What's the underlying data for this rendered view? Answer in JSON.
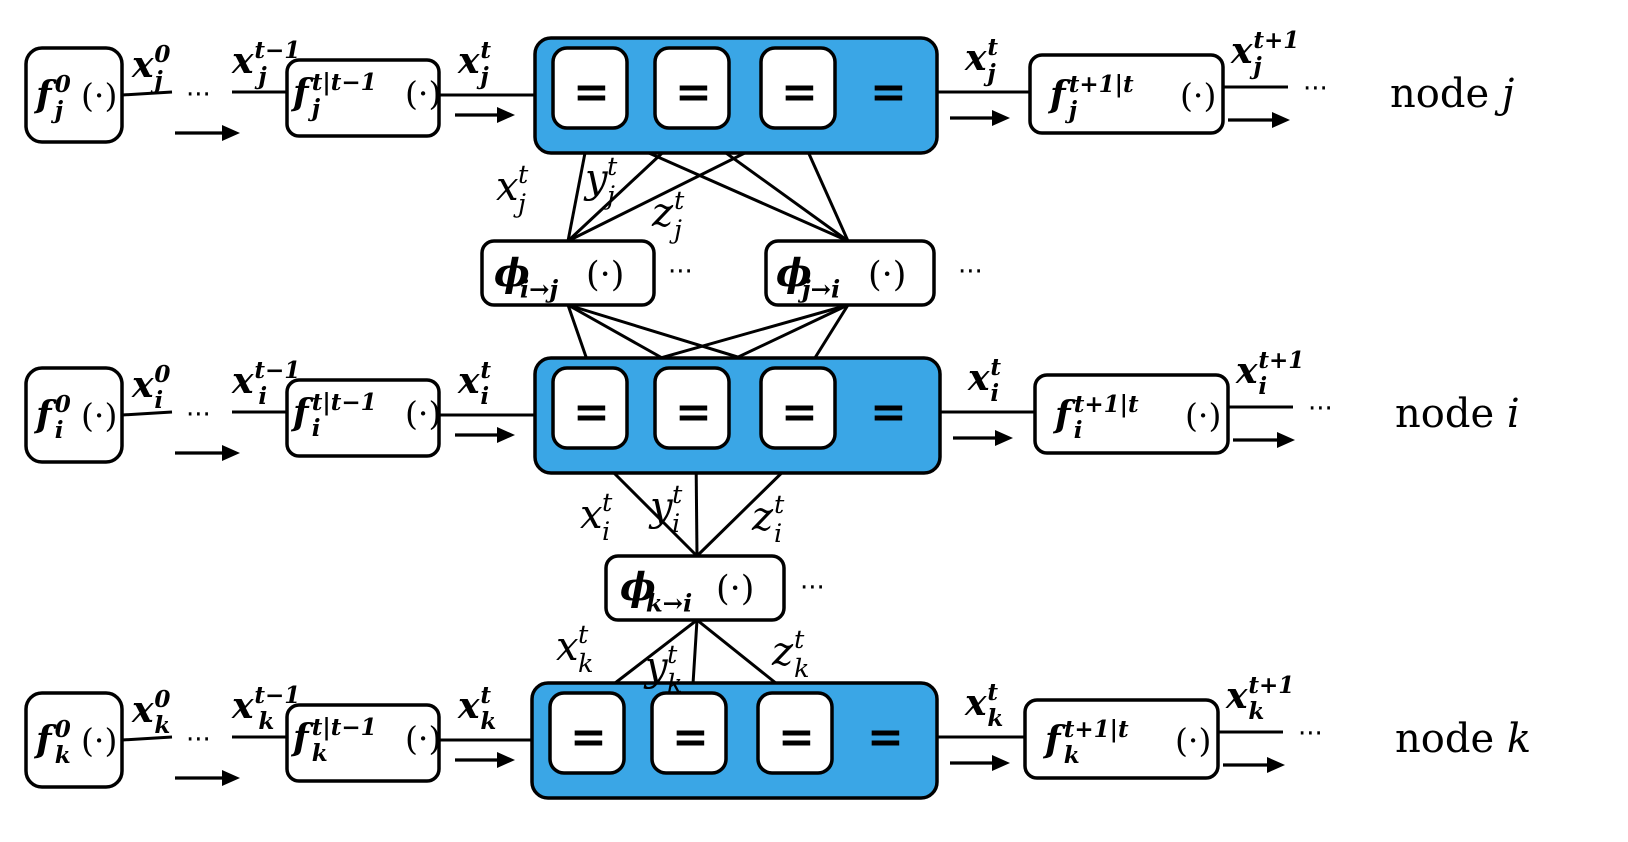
{
  "nodes": [
    {
      "id": "j",
      "label_text": "node ",
      "label_var": "j",
      "init_fn": {
        "base": "f",
        "sup": "0",
        "sub": "j",
        "arg": "(·)"
      },
      "x0": {
        "base": "x",
        "sup": "0",
        "sub": "j"
      },
      "xprev": {
        "base": "x",
        "sup": "t−1",
        "sub": "j"
      },
      "pred_fn": {
        "base": "f",
        "sup": "t|t−1",
        "sub": "j",
        "arg": "(·)"
      },
      "xt_in": {
        "base": "x",
        "sup": "t",
        "sub": "j"
      },
      "xt_out": {
        "base": "x",
        "sup": "t",
        "sub": "j"
      },
      "next_fn": {
        "base": "f",
        "sup": "t+1|t",
        "sub": "j",
        "arg": "(·)"
      },
      "xnext": {
        "base": "x",
        "sup": "t+1",
        "sub": "j"
      }
    },
    {
      "id": "i",
      "label_text": "node ",
      "label_var": "i",
      "init_fn": {
        "base": "f",
        "sup": "0",
        "sub": "i",
        "arg": "(·)"
      },
      "x0": {
        "base": "x",
        "sup": "0",
        "sub": "i"
      },
      "xprev": {
        "base": "x",
        "sup": "t−1",
        "sub": "i"
      },
      "pred_fn": {
        "base": "f",
        "sup": "t|t−1",
        "sub": "i",
        "arg": "(·)"
      },
      "xt_in": {
        "base": "x",
        "sup": "t",
        "sub": "i"
      },
      "xt_out": {
        "base": "x",
        "sup": "t",
        "sub": "i"
      },
      "next_fn": {
        "base": "f",
        "sup": "t+1|t",
        "sub": "i",
        "arg": "(·)"
      },
      "xnext": {
        "base": "x",
        "sup": "t+1",
        "sub": "i"
      }
    },
    {
      "id": "k",
      "label_text": "node ",
      "label_var": "k",
      "init_fn": {
        "base": "f",
        "sup": "0",
        "sub": "k",
        "arg": "(·)"
      },
      "x0": {
        "base": "x",
        "sup": "0",
        "sub": "k"
      },
      "xprev": {
        "base": "x",
        "sup": "t−1",
        "sub": "k"
      },
      "pred_fn": {
        "base": "f",
        "sup": "t|t−1",
        "sub": "k",
        "arg": "(·)"
      },
      "xt_in": {
        "base": "x",
        "sup": "t",
        "sub": "k"
      },
      "xt_out": {
        "base": "x",
        "sup": "t",
        "sub": "k"
      },
      "next_fn": {
        "base": "f",
        "sup": "t+1|t",
        "sub": "k",
        "arg": "(·)"
      },
      "xnext": {
        "base": "x",
        "sup": "t+1",
        "sub": "k"
      }
    }
  ],
  "eq_symbol": "=",
  "ellipsis": "···",
  "factors": {
    "phi_i_to_j": {
      "base": "ϕ",
      "sub": "i→j",
      "arg": "(·)"
    },
    "phi_j_to_i": {
      "base": "ϕ",
      "sub": "j→i",
      "arg": "(·)"
    },
    "phi_k_to_i": {
      "base": "ϕ",
      "sub": "k→i",
      "arg": "(·)"
    }
  },
  "edge_labels": {
    "xj": {
      "base": "x",
      "sup": "t",
      "sub": "j"
    },
    "yj": {
      "base": "y",
      "sup": "t",
      "sub": "j"
    },
    "zj": {
      "base": "z",
      "sup": "t",
      "sub": "j"
    },
    "xi": {
      "base": "x",
      "sup": "t",
      "sub": "i"
    },
    "yi": {
      "base": "y",
      "sup": "t",
      "sub": "i"
    },
    "zi": {
      "base": "z",
      "sup": "t",
      "sub": "i"
    },
    "xk": {
      "base": "x",
      "sup": "t",
      "sub": "k"
    },
    "yk": {
      "base": "y",
      "sup": "t",
      "sub": "k"
    },
    "zk": {
      "base": "z",
      "sup": "t",
      "sub": "k"
    }
  }
}
